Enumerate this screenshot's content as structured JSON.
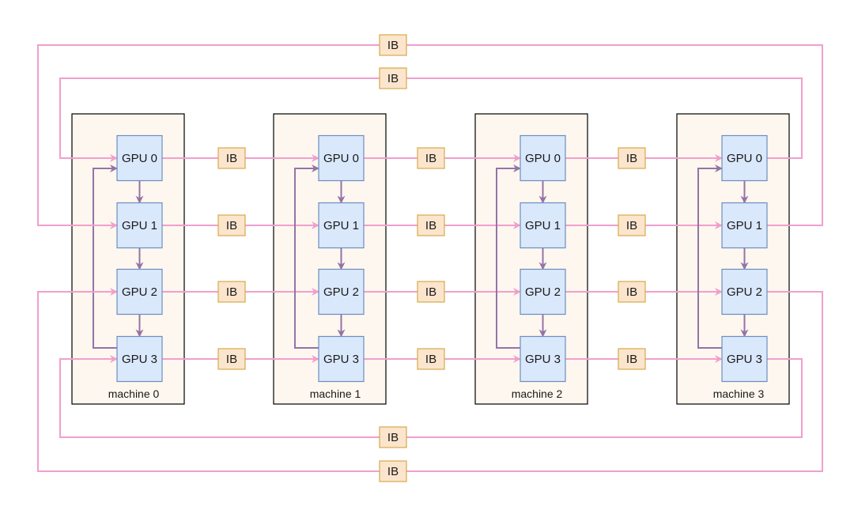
{
  "machines": [
    {
      "label": "machine 0",
      "gpus": [
        "GPU 0",
        "GPU 1",
        "GPU 2",
        "GPU 3"
      ]
    },
    {
      "label": "machine 1",
      "gpus": [
        "GPU 0",
        "GPU 1",
        "GPU 2",
        "GPU 3"
      ]
    },
    {
      "label": "machine 2",
      "gpus": [
        "GPU 0",
        "GPU 1",
        "GPU 2",
        "GPU 3"
      ]
    },
    {
      "label": "machine 3",
      "gpus": [
        "GPU 0",
        "GPU 1",
        "GPU 2",
        "GPU 3"
      ]
    }
  ],
  "link_label": "IB",
  "colors": {
    "machine_fill": "#fdf7ef",
    "machine_stroke": "#000000",
    "gpu_fill": "#dae8fc",
    "gpu_stroke": "#6c8ebf",
    "ib_fill": "#fce5cd",
    "ib_stroke": "#d6a94a",
    "inter_link": "#f19fcd",
    "intra_link": "#9673a6"
  }
}
